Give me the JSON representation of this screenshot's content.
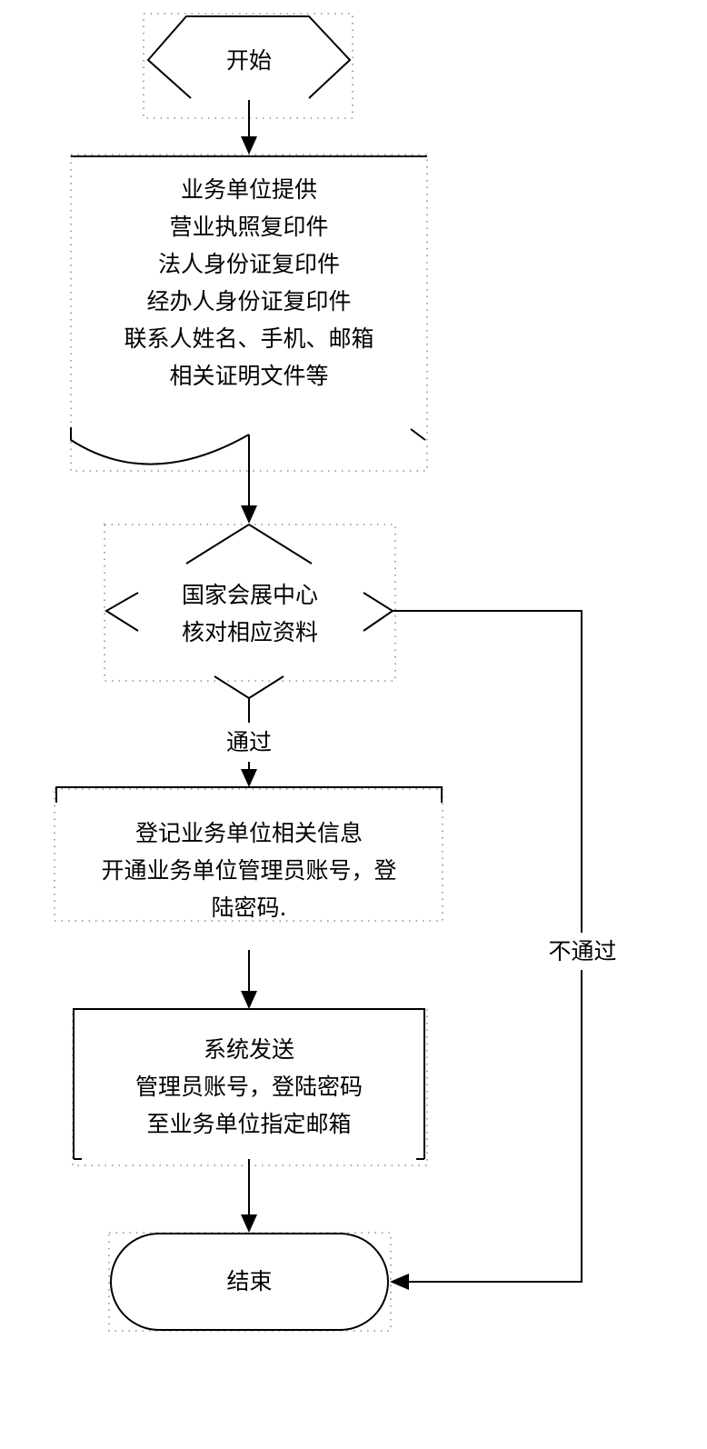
{
  "flowchart": {
    "start": {
      "label": "开始"
    },
    "submit": {
      "lines": [
        "业务单位提供",
        "营业执照复印件",
        "法人身份证复印件",
        "经办人身份证复印件",
        "联系人姓名、手机、邮箱",
        "相关证明文件等"
      ]
    },
    "review": {
      "lines": [
        "国家会展中心",
        "核对相应资料"
      ]
    },
    "edge_pass": {
      "label": "通过"
    },
    "edge_fail": {
      "label": "不通过"
    },
    "register": {
      "lines": [
        "登记业务单位相关信息",
        "开通业务单位管理员账号，登",
        "陆密码."
      ]
    },
    "send": {
      "lines": [
        "系统发送",
        "管理员账号，登陆密码",
        "至业务单位指定邮箱"
      ]
    },
    "end": {
      "label": "结束"
    }
  },
  "colors": {
    "line": "#000000",
    "selection_dots": "#7a8fd0",
    "background": "#ffffff"
  }
}
